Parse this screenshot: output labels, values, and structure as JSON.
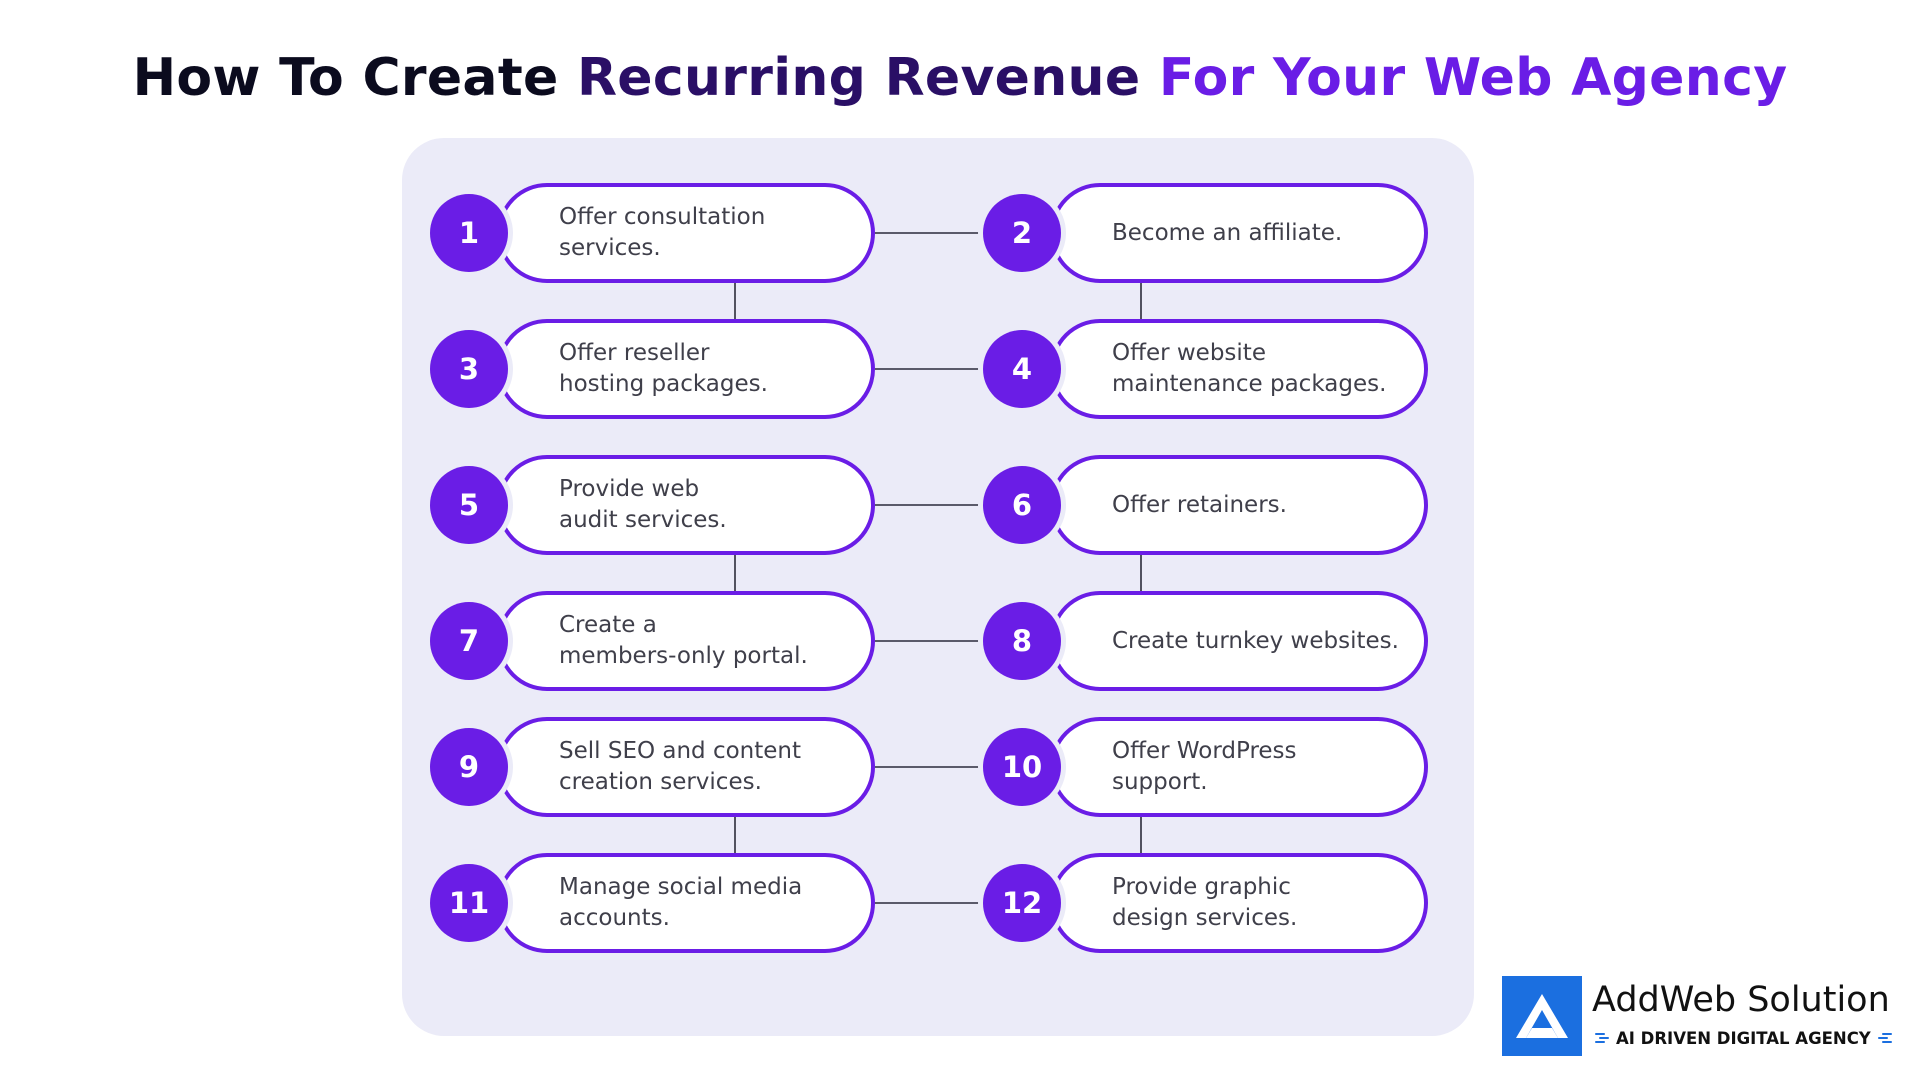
{
  "title": {
    "part1": "How To Create ",
    "part2": "Recurring Revenue ",
    "part3": "For Your Web Agency"
  },
  "colors": {
    "accent": "#6a1de6",
    "panel": "#ebebf8",
    "logo_blue": "#1b6fe0"
  },
  "steps": [
    {
      "number": "1",
      "text": "Offer consultation\nservices."
    },
    {
      "number": "2",
      "text": "Become an affiliate."
    },
    {
      "number": "3",
      "text": "Offer reseller\nhosting packages."
    },
    {
      "number": "4",
      "text": "Offer website\nmaintenance packages."
    },
    {
      "number": "5",
      "text": "Provide web\naudit services."
    },
    {
      "number": "6",
      "text": "Offer retainers."
    },
    {
      "number": "7",
      "text": "Create a\nmembers-only portal."
    },
    {
      "number": "8",
      "text": "Create turnkey websites."
    },
    {
      "number": "9",
      "text": "Sell SEO and content\ncreation services."
    },
    {
      "number": "10",
      "text": "Offer WordPress\nsupport."
    },
    {
      "number": "11",
      "text": "Manage social media\naccounts."
    },
    {
      "number": "12",
      "text": "Provide graphic\ndesign services."
    }
  ],
  "logo": {
    "name": "AddWeb Solution",
    "tagline": "AI DRIVEN DIGITAL AGENCY",
    "mark_icon": "addweb-logo-mark"
  }
}
